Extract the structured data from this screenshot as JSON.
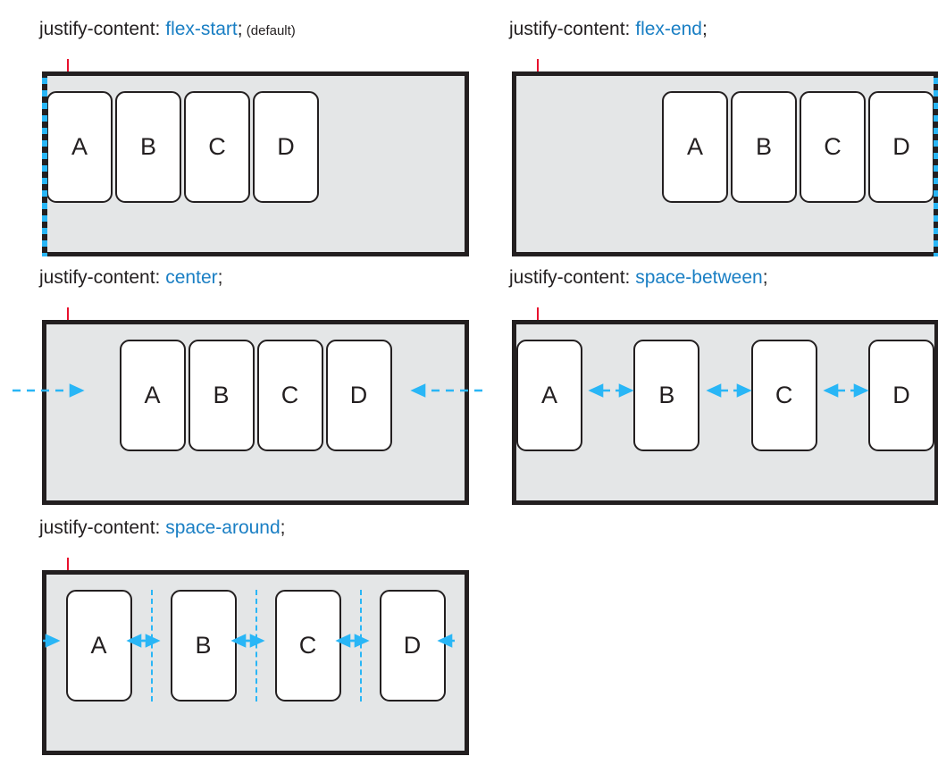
{
  "page": {
    "title": "CSS Flexbox justify-content illustration",
    "background": "#ffffff"
  },
  "colors": {
    "text": "#231f20",
    "value_blue": "#1a7fc4",
    "accent_cyan": "#29b6f6",
    "tick_red": "#e8112d",
    "container_fill": "#e4e6e7",
    "container_border": "#231f20",
    "item_fill": "#ffffff",
    "item_border": "#231f20"
  },
  "items": [
    "A",
    "B",
    "C",
    "D"
  ],
  "examples": [
    {
      "id": "flex-start",
      "property": "justify-content:",
      "value": "flex-start",
      "semicolon": ";",
      "note": " (default)",
      "edge_marker": "left",
      "arrows": "none"
    },
    {
      "id": "flex-end",
      "property": "justify-content:",
      "value": "flex-end",
      "semicolon": ";",
      "note": "",
      "edge_marker": "right",
      "arrows": "none"
    },
    {
      "id": "center",
      "property": "justify-content:",
      "value": "center",
      "semicolon": ";",
      "note": "",
      "edge_marker": "none",
      "arrows": "inward-both-sides"
    },
    {
      "id": "space-between",
      "property": "justify-content:",
      "value": "space-between",
      "semicolon": ";",
      "note": "",
      "edge_marker": "none",
      "arrows": "double-headed-between-items"
    },
    {
      "id": "space-around",
      "property": "justify-content:",
      "value": "space-around",
      "semicolon": ";",
      "note": "",
      "edge_marker": "none",
      "arrows": "half-space-each-side"
    }
  ]
}
